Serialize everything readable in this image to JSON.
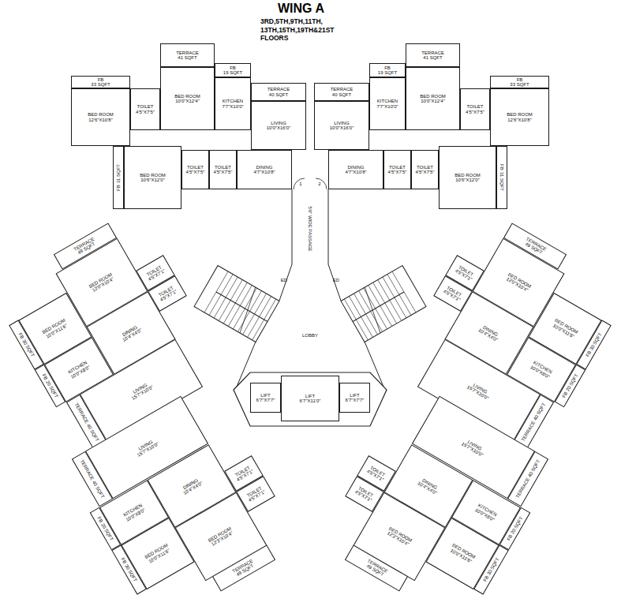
{
  "diagram": {
    "title": "WING A",
    "nodes": [
      {
        "text": [
          "TERRACE",
          "41 SQFT"
        ]
      },
      {
        "text": [
          "FB",
          "33 SQFT"
        ]
      },
      {
        "text": [
          "BED ROOM",
          "12'6\"X10'8\""
        ]
      },
      {
        "text": [
          "TOILET",
          "4'5\"X7'5\""
        ]
      },
      {
        "text": [
          "BED ROOM",
          "10'0\"X12'4\""
        ]
      },
      {
        "text": [
          "FB",
          "19 SQFT"
        ]
      },
      {
        "text": [
          "KITCHEN",
          "7'7\"X10'0\""
        ]
      },
      {
        "text": [
          "TERRACE",
          "40 SQFT"
        ]
      },
      {
        "text": [
          "LIVING",
          "10'0\"X16'0\""
        ]
      },
      {
        "text": [
          "DINING",
          "4'7\"X10'8\""
        ]
      },
      {
        "text": [
          "FB",
          "31 SQFT"
        ]
      },
      {
        "text": [
          "BED ROOM",
          "10'6\"X12'0\""
        ]
      },
      {
        "text": [
          "TOILET",
          "4'5\"X7'5\""
        ]
      },
      {
        "text": [
          "TOILET",
          "4'5\"X7'5\""
        ]
      },
      {
        "text": [
          "TERRACE",
          "40 SQFT"
        ]
      },
      {
        "text": [
          "FB",
          "19 SQFT"
        ]
      },
      {
        "text": [
          "TERRACE",
          "41 SQFT"
        ]
      },
      {
        "text": [
          "KITCHEN",
          "7'7\"X10'0\""
        ]
      },
      {
        "text": [
          "BED ROOM",
          "10'0\"X12'4\""
        ]
      },
      {
        "text": [
          "FB",
          "33 SQFT"
        ]
      },
      {
        "text": [
          "TOILET",
          "4'5\"X7'5\""
        ]
      },
      {
        "text": [
          "BED ROOM",
          "12'6\"X10'8\""
        ]
      },
      {
        "text": [
          "LIVING",
          "10'0\"X16'0\""
        ]
      },
      {
        "text": [
          "DINING",
          "4'7\"X10'8\""
        ]
      },
      {
        "text": [
          "TOILET",
          "4'5\"X7'5\""
        ]
      },
      {
        "text": [
          "TOILET",
          "4'5\"X7'5\""
        ]
      },
      {
        "text": [
          "BED ROOM",
          "10'6\"X12'0\""
        ]
      },
      {
        "text": [
          "FB",
          "31 SQFT"
        ]
      },
      {
        "text": [
          "TERRACE",
          "49 SQFT"
        ]
      },
      {
        "text": [
          "BED ROOM",
          "12'0\"X10'4\""
        ]
      },
      {
        "text": [
          "BED ROOM",
          "10'0\"X11'6\""
        ]
      },
      {
        "text": [
          "FB",
          "30 SQFT"
        ]
      },
      {
        "text": [
          "TOILET",
          "4'5\"X7'1\""
        ]
      },
      {
        "text": [
          "TOILET",
          "4'5\"X7'1\""
        ]
      },
      {
        "text": [
          "KITCHEN",
          "10'0\"X8'0\""
        ]
      },
      {
        "text": [
          "FB",
          "20 SQFT"
        ]
      },
      {
        "text": [
          "DINING",
          "10'4\"X4'0\""
        ]
      },
      {
        "text": [
          "LIVING",
          "15'7\"X10'0\""
        ]
      },
      {
        "text": [
          "TERRACE",
          "40 SQFT"
        ]
      },
      {
        "text": [
          "TERRACE",
          "40 SQFT"
        ]
      },
      {
        "text": [
          "LIVING",
          "15'7\"X10'0\""
        ]
      },
      {
        "text": [
          "DINING",
          "10'4\"X4'0\""
        ]
      },
      {
        "text": [
          "TOILET",
          "4'5\"X7'1\""
        ]
      },
      {
        "text": [
          "TOILET",
          "4'5\"X7'1\""
        ]
      },
      {
        "text": [
          "KITCHEN",
          "10'0\"X8'0\""
        ]
      },
      {
        "text": [
          "FB",
          "20 SQFT"
        ]
      },
      {
        "text": [
          "BED ROOM",
          "12'3\"X10'4\""
        ]
      },
      {
        "text": [
          "BED ROOM",
          "10'0\"X11'6\""
        ]
      },
      {
        "text": [
          "FB",
          "30 SQFT"
        ]
      },
      {
        "text": [
          "TERRACE",
          "49 SQFT"
        ]
      },
      {
        "text": [
          "LIFT",
          "6'7\"X7'7\""
        ]
      },
      {
        "text": [
          "LIFT",
          "6'7\"X11'0\""
        ]
      },
      {
        "text": [
          "LIFT",
          "6'7\"X7'7\""
        ]
      },
      {
        "text": [
          "TERRACE",
          "49 SQFT"
        ]
      },
      {
        "text": [
          "BED ROOM",
          "12'0\"X10'4\""
        ]
      },
      {
        "text": [
          "BED ROOM",
          "10'0\"X11'6\""
        ]
      },
      {
        "text": [
          "FB",
          "30 SQFT"
        ]
      },
      {
        "text": [
          "TOILET",
          "4'5\"X7'1\""
        ]
      },
      {
        "text": [
          "TOILET",
          "4'5\"X7'1\""
        ]
      },
      {
        "text": [
          "KITCHEN",
          "10'0\"X8'0\""
        ]
      },
      {
        "text": [
          "FB",
          "20 SQFT"
        ]
      },
      {
        "text": [
          "DINING",
          "10'4\"X4'0\""
        ]
      },
      {
        "text": [
          "LIVING",
          "15'7\"X10'0\""
        ]
      },
      {
        "text": [
          "TERRACE",
          "40 SQFT"
        ]
      },
      {
        "text": [
          "TERRACE",
          "40 SQFT"
        ]
      },
      {
        "text": [
          "LIVING",
          "15'7\"X10'0\""
        ]
      },
      {
        "text": [
          "DINING",
          "10'4\"X4'0\""
        ]
      },
      {
        "text": [
          "TOILET",
          "4'5\"X7'1\""
        ]
      },
      {
        "text": [
          "TOILET",
          "4'5\"X7'1\""
        ]
      },
      {
        "text": [
          "KITCHEN",
          "10'0\"X8'0\""
        ]
      },
      {
        "text": [
          "FB",
          "20 SQFT"
        ]
      },
      {
        "text": [
          "BED ROOM",
          "12'3\"X10'4\""
        ]
      },
      {
        "text": [
          "BED ROOM",
          "10'0\"X11'6\""
        ]
      },
      {
        "text": [
          "FB",
          "30 SQFT"
        ]
      },
      {
        "text": [
          "TERRACE",
          "49 SQFT"
        ]
      }
    ],
    "labels": [
      "3RD,5TH,9TH,11TH, 13TH,15TH,19TH&21ST FLOORS",
      "5'6\" WIDE PASSAGE",
      "ED",
      "ED",
      "LOBBY",
      "1",
      "2"
    ]
  }
}
